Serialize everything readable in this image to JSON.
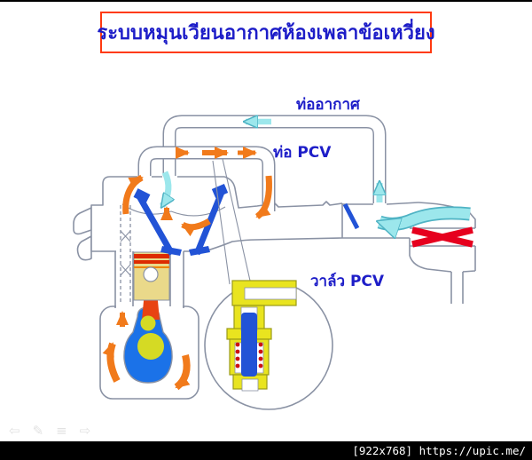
{
  "title": {
    "text": "ระบบหมุนเวียนอากาศห้องเพลาข้อเหวี่ยง"
  },
  "labels": {
    "air_pipe": "ท่ออากาศ",
    "pcv_pipe": "ท่อ PCV",
    "pcv_valve": "วาล์ว PCV"
  },
  "footer": {
    "text": "[922x768] https://upic.me/"
  },
  "watermark_icons": [
    {
      "name": "back-icon",
      "glyph": "⇦"
    },
    {
      "name": "edit-icon",
      "glyph": "✎"
    },
    {
      "name": "menu-icon",
      "glyph": "≡"
    },
    {
      "name": "forward-icon",
      "glyph": "⇨"
    }
  ],
  "colors": {
    "line": "#8a92a4",
    "orange": "#f17a1b",
    "cyan": "#9ce7ec",
    "cyan_edge": "#4fb3c4",
    "valve_blue": "#2253d6",
    "crank_blue": "#1b72e8",
    "crank_yellow": "#d5da24",
    "piston_tan": "#ead98a",
    "ring_red": "#dd2b00",
    "ring_orange": "#ee8500",
    "rod_red": "#e84312",
    "part_yellow": "#e9e41f",
    "yellow_edge": "#9a9a18",
    "spring_red": "#cc1111",
    "filter_red": "#e6001e",
    "title_blue": "#1d1dc8",
    "title_border": "#ff3a10",
    "footer_bg": "#000000",
    "footer_text": "#ffffff",
    "watermark": "#e2e2e2"
  }
}
